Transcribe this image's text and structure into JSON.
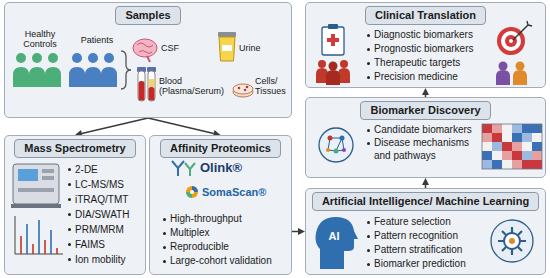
{
  "diagram": {
    "nodes": [
      {
        "text": [
          "Samples"
        ]
      },
      {
        "text": [
          "Mass Spectrometry",
          "2-DE",
          "LC-MS/MS",
          "iTRAQ/TMT",
          "DIA/SWATH",
          "PRM/MRM",
          "FAIMS",
          "Ion mobility"
        ]
      },
      {
        "text": [
          "Affinity Proteomics",
          "High-throughput",
          "Multiplex",
          "Reproducible",
          "Large-cohort validation"
        ]
      },
      {
        "text": [
          "Artificial Intelligence/ Machine Learning",
          "Feature selection",
          "Pattern recognition",
          "Pattern stratification",
          "Biomarker prediction"
        ]
      },
      {
        "text": [
          "Biomarker Discovery",
          "Candidate biomarkers",
          "Disease mechanisms and pathways"
        ]
      },
      {
        "text": [
          "Clinical Translation",
          "Diagnostic biomarkers",
          "Prognostic biomarkers",
          "Therapeutic targets",
          "Precision medicine"
        ]
      }
    ],
    "edges": [
      {
        "from": 0,
        "to": 1,
        "arrow": "to"
      },
      {
        "from": 0,
        "to": 2,
        "arrow": "to"
      },
      {
        "from": 2,
        "to": 3,
        "arrow": "to"
      },
      {
        "from": 3,
        "to": 4,
        "arrow": "to"
      },
      {
        "from": 4,
        "to": 5,
        "arrow": "to"
      }
    ],
    "labels": [
      "Healthy Controls",
      "Patients",
      "CSF",
      "Urine",
      "Blood (Plasma/Serum)",
      "Cells/ Tissues",
      "Olink®",
      "SomaScan®",
      "AI"
    ]
  }
}
